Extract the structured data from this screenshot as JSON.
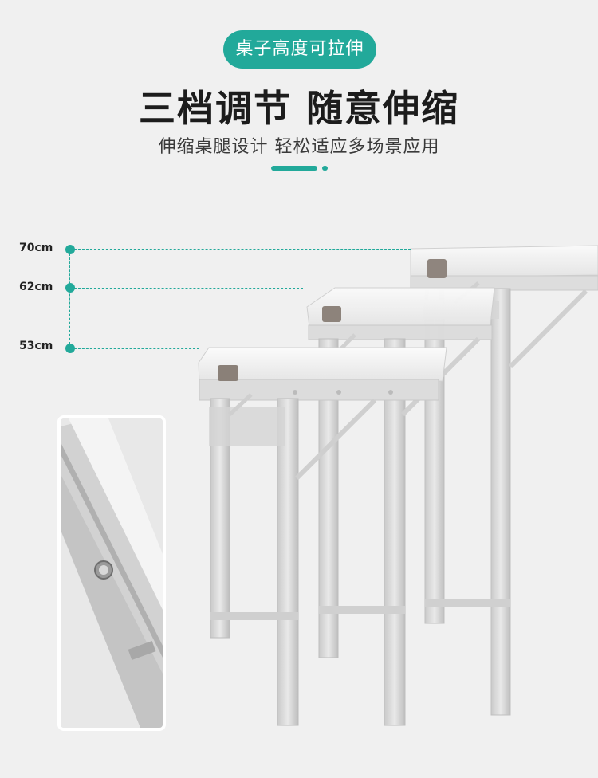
{
  "header": {
    "badge": "桌子高度可拉伸",
    "title": "三档调节 随意伸缩",
    "subtitle": "伸缩桌腿设计 轻松适应多场景应用"
  },
  "heights": [
    {
      "label": "70cm"
    },
    {
      "label": "62cm"
    },
    {
      "label": "53cm"
    }
  ],
  "colors": {
    "accent": "#22a99a",
    "background": "#f0f0f0"
  }
}
